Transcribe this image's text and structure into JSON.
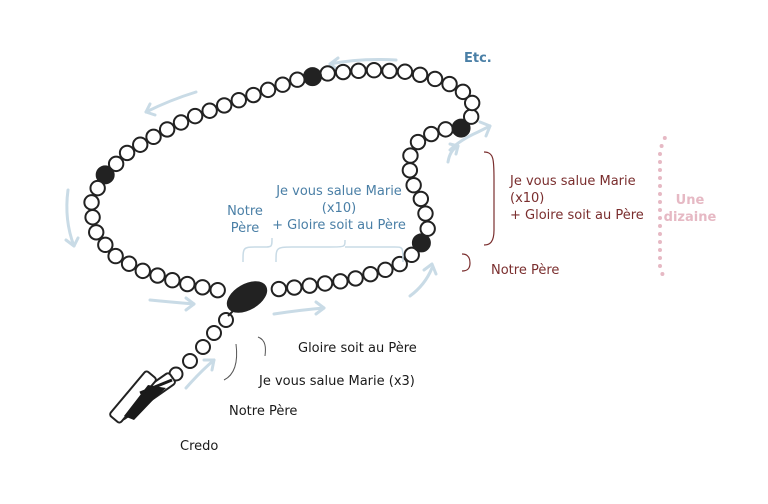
{
  "labels": {
    "etc": "Etc.",
    "notre_pere_decade": [
      "Notre",
      "Père"
    ],
    "ave_decade": [
      "Je vous salue Marie",
      "(x10)",
      "+ Gloire soit au Père"
    ],
    "gloire": "Gloire soit au Père",
    "ave_x3": "Je vous salue Marie (x3)",
    "notre_pere_stem": "Notre Père",
    "credo": "Credo"
  },
  "legend": {
    "ave": [
      "Je vous salue Marie",
      "(x10)",
      "+ Gloire soit au Père"
    ],
    "notre_pere": "Notre Père",
    "dizaine": [
      "Une",
      "dizaine"
    ]
  },
  "colors": {
    "bead_stroke": "#222222",
    "bead_fill": "#ffffff",
    "large_bead": "#222222",
    "arrow": "#c9dbe6",
    "blue_text": "#4a7fa6",
    "maroon_text": "#7a2e2e",
    "pink": "#e6b9c4",
    "bracket": "#999999"
  }
}
